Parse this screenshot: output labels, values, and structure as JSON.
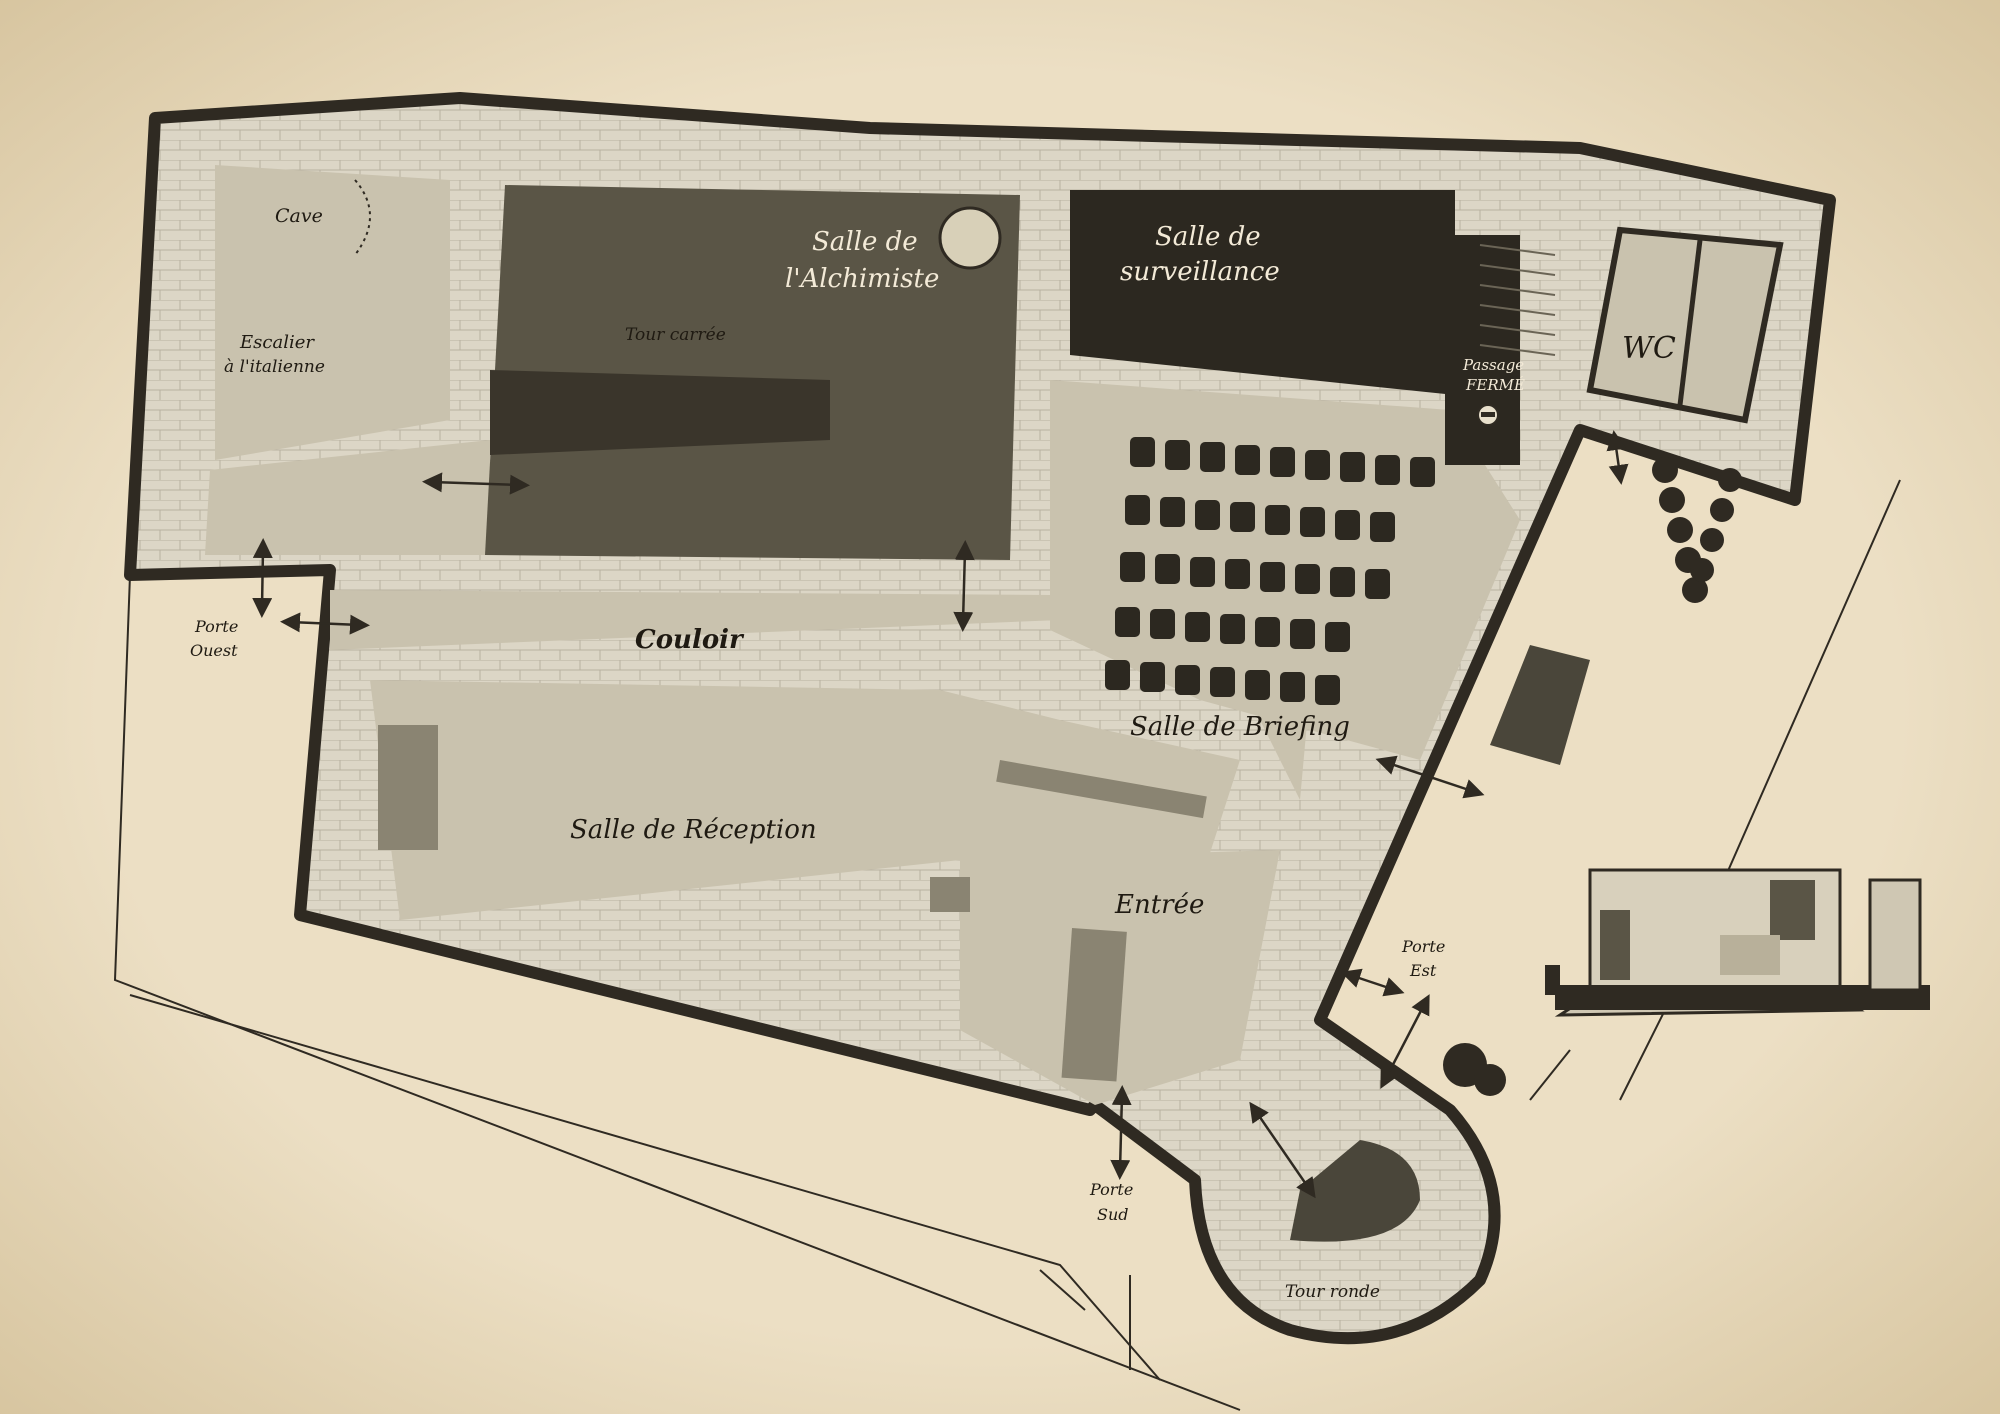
{
  "labels": {
    "cave": "Cave",
    "escalier_line1": "Escalier",
    "escalier_line2": "à l'italienne",
    "alchimiste_line1": "Salle de",
    "alchimiste_line2": "l'Alchimiste",
    "tour_carree": "Tour carrée",
    "surveillance_line1": "Salle de",
    "surveillance_line2": "surveillance",
    "passage_line1": "Passage",
    "passage_line2": "FERMÉ",
    "wc": "WC",
    "couloir": "Couloir",
    "briefing": "Salle de Briefing",
    "reception": "Salle de Réception",
    "entree": "Entrée",
    "porte_ouest_line1": "Porte",
    "porte_ouest_line2": "Ouest",
    "porte_est_line1": "Porte",
    "porte_est_line2": "Est",
    "porte_sud_line1": "Porte",
    "porte_sud_line2": "Sud",
    "tour_ronde": "Tour ronde"
  },
  "colors": {
    "parchment": "#e9dcc0",
    "wall": "#2f2a22",
    "floor": "#c9c2ae",
    "brick": "#d8d2c2",
    "dark_room": "#5a5546",
    "darker_room": "#2c2820"
  },
  "icons": {
    "no_entry": "no-entry-icon",
    "arrows": "double-arrow-icon"
  }
}
